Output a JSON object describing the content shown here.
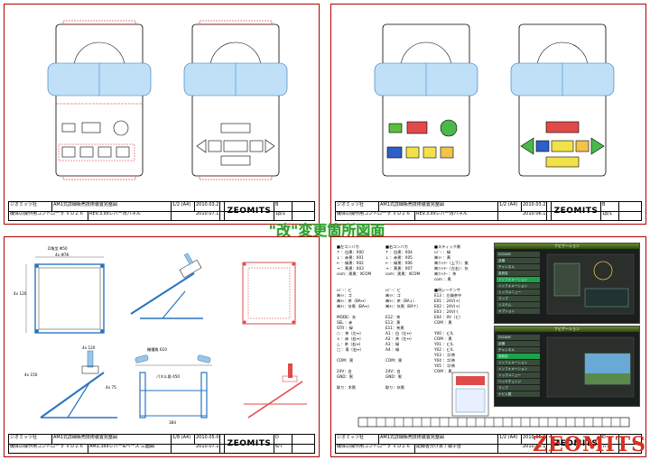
{
  "banner": {
    "text": "\"改\"変更箇所図面"
  },
  "watermark": {
    "text": "ZEOMITS"
  },
  "sheets": [
    {
      "company": "ジオミッツ社",
      "title": "AM1式詳細販売技術装置完整図",
      "subtitle": "機体の操作用コントローラ ＶＤＺ６",
      "scale": "1/2 (A4)",
      "date1": "2010.03.21",
      "date2": "2010.07.11",
      "part": "REV.3.xxレバー背パネル",
      "rev": "B",
      "page": "1p/1",
      "logo": "ZEOMITS"
    },
    {
      "company": "ジオミッツ社",
      "title": "AM1式詳細販売技術装置完整図",
      "subtitle": "機体の操作用コントローラ ＶＤＺ６",
      "scale": "1/2 (A4)",
      "date1": "2010.03.21",
      "date2": "2010.06.15",
      "part": "REV.3.xxレバー背パネル",
      "rev": "B",
      "page": "1p/1",
      "logo": "ZEOMITS"
    },
    {
      "company": "ジオミッツ社",
      "title": "AM1式詳細販売技術装置完整図",
      "subtitle": "機体の操作用コントローラ ＶＤＺ６",
      "scale": "1/8 (A4)",
      "date1": "2010.05.09",
      "date2": "2010.07.15",
      "part": "AM1.3xxレバー&ベース 三面図",
      "rev": "D",
      "page": "6/7",
      "logo": "ZEOMITS"
    },
    {
      "company": "ジオミッツ社",
      "title": "AM1式詳細販売技術装置完整図",
      "subtitle": "機体の操作用コントローラ ＶＤＺ６",
      "scale": "1/2 (A4)",
      "date1": "2010.05.09",
      "date2": "2010.06.19",
      "part": "配線各分け表 / 端子台",
      "rev": "D",
      "page": "7/7",
      "logo": "ZEOMITS"
    }
  ],
  "sheet3_dims": {
    "d1": "D角型 Φ50",
    "d2": "4x Φ78",
    "d3": "4x 120",
    "d4": "機種角 610",
    "d5": "パネル角 450",
    "d6": "4x 120",
    "d7": "4x 150",
    "d8": "384",
    "d9": "4x 75"
  },
  "sheet4_notes": {
    "col1": "■左コンバカ\n↑ ：白黒：X00\n↓ ：赤黒：X01\n← ：緑黒：X02\n→ ：黄黒：X03\ncom：黒黒：XCOM\n\n\nﾚﾊﾞｰ：ビ\n㈱ｲﾄ：ゴ\n㈱ﾃｨ：茶（BA↔）\n㈱ﾃｨ：灰黒（BA↔）\n\nMODE：灰\nSEL ：赤\nSTR ：緑\n○ ：茶（左↔）\n× ：赤（右↔）\n△ ：茶（右↔）\n□ ：青（右↔）\n\nCOM：黒\n\n24V：白\nGND：黒\n\n取り：木黒",
    "col2": "■右コンバカ\n↑ ：白黒：X04\n↓ ：赤黒：X05\n← ：緑黒：X06\n→ ：黄黒：X07\ncom：黒黒：XCOM\n\n\nﾚﾊﾞｰ：ビ\n㈱ｲﾄ：ゴ\n㈱ﾃｨ：茶（BA↓）\n㈱ﾃｨ：灰黒（BA↑）\n\nE12：茶\nE13：黄\nE11：茶黒\nA1 ：白（左↔）\nA2 ：茶（左↔）\nA3 ：緑\nA4 ：緑\n\nCOM：黒\n\n24V：白\nGND：黒\n\n取り：灰黒",
    "col3": "■スティック側\nﾚﾊﾞｰ ：緑\n㈱ｲﾄ ：黄\n㈱ﾌｧｲﾔｰ（上下）：紫\n㈱ﾌｧｲﾔｰ（左右）：灰\n㈱ﾌｧｲﾔｰ ：茶\ncom ：黒\n\n■例シーケンサ\nE13 ：左端茶中\nE01 ：24V(+)\nE02 ：24V(+)\nE03 ：24V(-)\nE04 ：0V（ビ）\nCOM ：黒\n\nY00 ：ビ/L\nCOM ：黒\nY01 ：ビ/L\nY02 ：ビ/L\nY03 ：ゴ/茶\nY04 ：ゴ/茶\nY05 ：ゴ/茶\nCOM ：黒"
  },
  "screen_top": {
    "header": "ナビゲーション",
    "menu": [
      "DCDAM",
      "武器",
      "チャンネル",
      "各設定",
      "インフォメーション",
      "インフォメーション",
      "トップメニュー",
      "マップ",
      "システム",
      "オプション"
    ],
    "selected": 4
  },
  "screen_bottom": {
    "header": "ナビゲーション",
    "menu": [
      "DCDAM",
      "武器",
      "チャンネル",
      "各設定",
      "インフォメーション",
      "インフォメーション",
      "トップメニュー",
      "ヘッドチェンジ",
      "マップ",
      "ナビ入替"
    ],
    "selected": 3
  }
}
